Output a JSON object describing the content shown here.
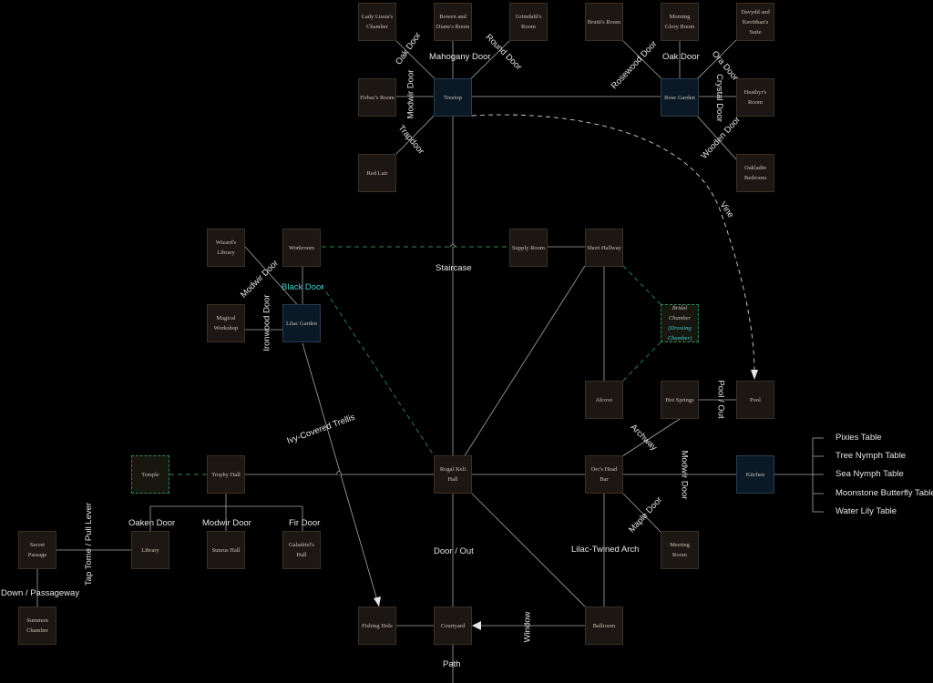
{
  "rooms": {
    "lady_lissias_chamber": "Lady Lissia's Chamber",
    "bowen_dianes_room": "Bowen and Diane's Room",
    "grimdahls_room": "Grimdahl's Room",
    "bruttis_room": "Brutti's Room",
    "morning_glory_room": "Morning Glory Room",
    "davydd_suite": "Davydd and Kerrithan's Suite",
    "firbacs_room": "Firbac's Room",
    "treetop": "Treetop",
    "rose_garden": "Rose Garden",
    "heathyrs_room": "Heathyr's Room",
    "red_lair": "Red Lair",
    "oakladin_bedroom": "Oakladin Bedroom",
    "wizards_library": "Wizard's Library",
    "workroom": "Workroom",
    "supply_room": "Supply Room",
    "short_hallway": "Short Hallway",
    "magical_workshop": "Magical Workshop",
    "lilac_garden": "Lilac Garden",
    "bridal_chamber": "Bridal Chamber",
    "bridal_chamber_sub": "(Dressing Chamber)",
    "alcove": "Alcove",
    "hot_springs": "Hot Springs",
    "pool": "Pool",
    "temple": "Temple",
    "trophy_hall": "Trophy Hall",
    "rogal_keli_hall": "Rogal Keli Hall",
    "orcs_head_bar": "Orc's Head Bar",
    "kitchen": "Kitchen",
    "secret_passage": "Secret Passage",
    "library": "Library",
    "sunrus_hall": "Sunrus Hall",
    "galadriels_hall": "Galadriel's Hall",
    "meeting_room": "Meeting Room",
    "summon_chamber": "Summon Chamber",
    "fishing_hole": "Fishing Hole",
    "courtyard": "Courtyard",
    "ballroom": "Ballroom"
  },
  "connections": {
    "oak_door_top": "Oak Door",
    "mahogany_door": "Mahogany Door",
    "round_door": "Round Door",
    "modwir_door_top": "Modwir Door",
    "trapdoor": "Trapdoor",
    "rosewood_door": "Rosewood Door",
    "oak_door_rose": "Oak Door",
    "ora_door": "Ora Door",
    "crystal_door": "Crystal Door",
    "wooden_door": "Wooden Door",
    "vine": "Vine",
    "staircase": "Staircase",
    "modwir_door_mid": "Modwir Door",
    "black_door": "Black Door",
    "ironwood_door": "Ironwood Door",
    "ivy_trellis": "Ivy-Covered Trellis",
    "pool_out": "Pool / Out",
    "archway": "Archway",
    "modwir_door_bar": "Modwir Door",
    "maple_door": "Maple Door",
    "oaken_door": "Oaken Door",
    "modwir_door_low": "Modwir Door",
    "fir_door": "Fir Door",
    "tap_tome": "Tap Tome / Pull Lever",
    "down_passageway": "Down / Passageway",
    "door_out": "Door / Out",
    "lilac_arch": "Lilac-Twined Arch",
    "window": "Window",
    "path": "Path"
  },
  "kitchen_tables": [
    "Pixies Table",
    "Tree Nymph Table",
    "Sea Nymph Table",
    "Moonstone Butterfly Table",
    "Water Lily Table"
  ],
  "colors": {
    "background": "#000000",
    "room_fill": "#1c1712",
    "room_blue_fill": "#0b1926",
    "line": "#a8a8a8",
    "dashed_green": "#2f8a55",
    "dashed_white": "#d0d0d0",
    "highlight_label": "#3fd2d2"
  }
}
